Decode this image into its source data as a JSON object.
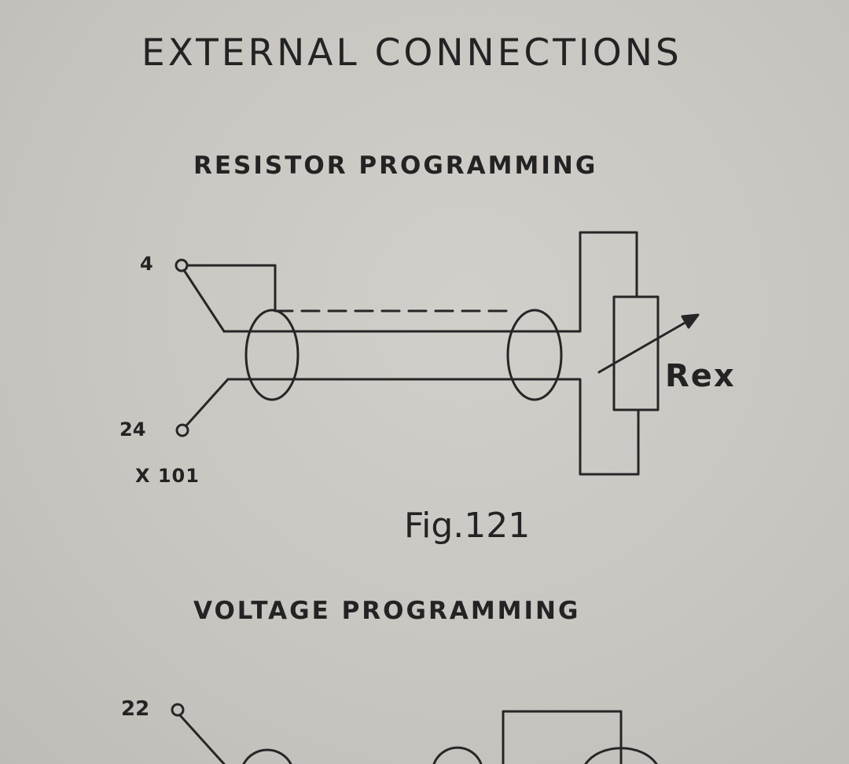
{
  "page": {
    "title": "EXTERNAL CONNECTIONS",
    "sections": [
      {
        "heading": "RESISTOR PROGRAMMING",
        "terminal_top": "4",
        "terminal_bottom": "24",
        "connector": "X 101",
        "component_label": "Rex",
        "figure_caption": "Fig.121"
      },
      {
        "heading": "VOLTAGE PROGRAMMING",
        "terminal_top": "22"
      }
    ]
  }
}
